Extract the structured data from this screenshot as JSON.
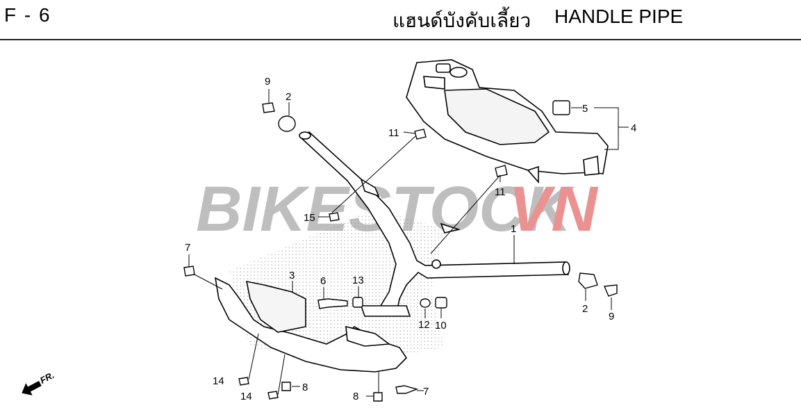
{
  "page": {
    "code": "F - 6",
    "title_th": "แฮนด์บังคับเลี้ยว",
    "title_en": "HANDLE PIPE"
  },
  "watermark": {
    "part1": "BIKESTOCK",
    "part2": "VN",
    "color1": "#8a8a8a",
    "color2": "#d93a3a"
  },
  "direction": {
    "label": "FR."
  },
  "callouts": [
    "9",
    "2",
    "11",
    "5",
    "4",
    "11",
    "15",
    "1",
    "7",
    "3",
    "6",
    "13",
    "12",
    "10",
    "2",
    "9",
    "14",
    "14",
    "8",
    "8",
    "7"
  ]
}
